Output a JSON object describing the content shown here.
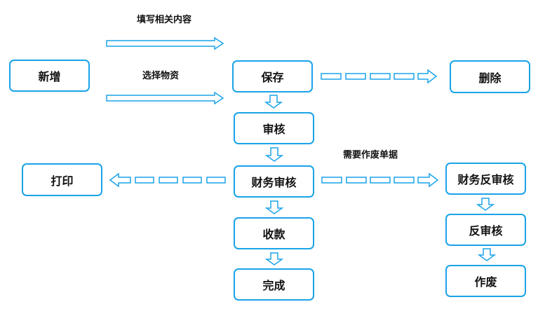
{
  "colors": {
    "stroke": "#1aa3e8",
    "text": "#111111"
  },
  "nodes": {
    "add": "新增",
    "save": "保存",
    "delete": "删除",
    "review": "审核",
    "print": "打印",
    "finance_review": "财务审核",
    "finance_unreview": "财务反审核",
    "receive": "收款",
    "unreview": "反审核",
    "complete": "完成",
    "void": "作废"
  },
  "labels": {
    "fill_content": "填写相关内容",
    "select_goods": "选择物资",
    "void_doc_needed": "需要作废单据"
  },
  "edges": [
    {
      "from": "add",
      "to": "save",
      "style": "solid",
      "label": "fill_content"
    },
    {
      "from": "add",
      "to": "save",
      "style": "solid",
      "label": "select_goods"
    },
    {
      "from": "save",
      "to": "delete",
      "style": "dashed"
    },
    {
      "from": "save",
      "to": "review",
      "style": "solid"
    },
    {
      "from": "review",
      "to": "finance_review",
      "style": "solid"
    },
    {
      "from": "finance_review",
      "to": "print",
      "style": "dashed"
    },
    {
      "from": "finance_review",
      "to": "finance_unreview",
      "style": "dashed",
      "label": "void_doc_needed"
    },
    {
      "from": "finance_review",
      "to": "receive",
      "style": "solid"
    },
    {
      "from": "receive",
      "to": "complete",
      "style": "solid"
    },
    {
      "from": "finance_unreview",
      "to": "unreview",
      "style": "solid"
    },
    {
      "from": "unreview",
      "to": "void",
      "style": "solid"
    }
  ]
}
